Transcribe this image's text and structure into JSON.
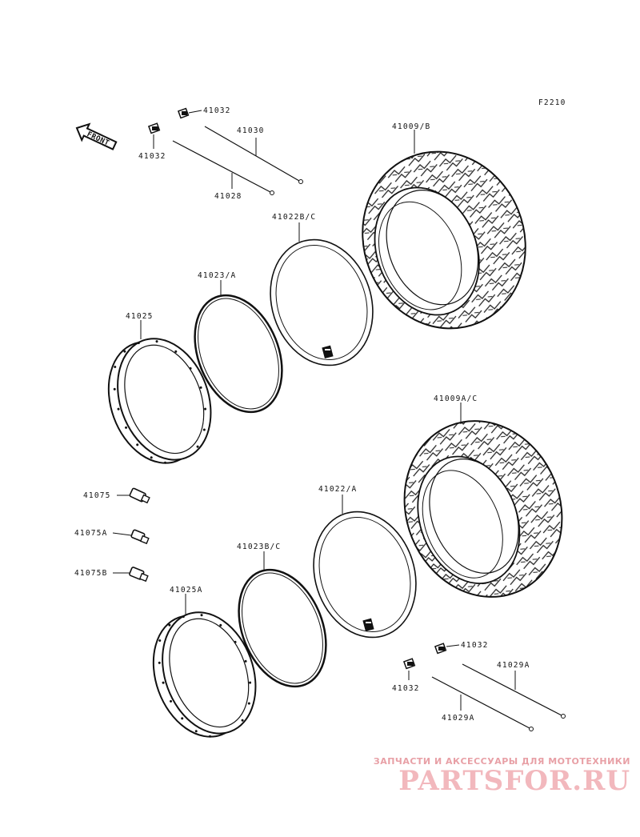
{
  "figure_code": "F2210",
  "front_arrow": "FRONT",
  "labels": {
    "p41032_a": "41032",
    "p41032_b": "41032",
    "p41030": "41030",
    "p41028": "41028",
    "p41022bc": "41022B/C",
    "p41009b": "41009/B",
    "p41023a": "41023/A",
    "p41025": "41025",
    "p41009ac": "41009A/C",
    "p41075": "41075",
    "p41075a": "41075A",
    "p41075b": "41075B",
    "p41022a": "41022/A",
    "p41023bc": "41023B/C",
    "p41025a": "41025A",
    "p41032_c": "41032",
    "p41032_d": "41032",
    "p41029a_a": "41029A",
    "p41029a_b": "41029A"
  },
  "watermark": {
    "tagline": "ЗАПЧАСТИ И АКСЕССУАРЫ ДЛЯ МОТОТЕХНИКИ",
    "logo": "PARTSFOR.RU"
  }
}
